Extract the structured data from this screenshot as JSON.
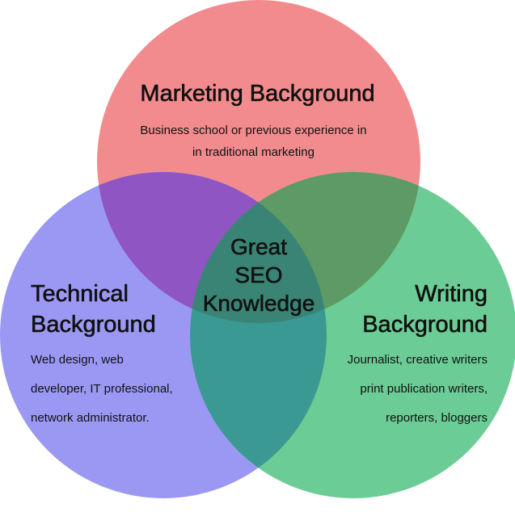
{
  "diagram": {
    "colors": {
      "marketing": "#f28b8e",
      "technical": "#9b98f4",
      "writing": "#6ccc95",
      "overlap_marketing_technical": "#8e55c3",
      "overlap_marketing_writing": "#5e9a66",
      "overlap_technical_writing": "#3a9a93",
      "center": "#3a8475"
    },
    "marketing": {
      "title": "Marketing Background",
      "desc_lines": [
        "Business school or previous experience in",
        "in traditional marketing"
      ]
    },
    "technical": {
      "title_lines": [
        "Technical",
        "Background"
      ],
      "desc_lines": [
        "Web design, web",
        "developer, IT professional,",
        "network administrator."
      ]
    },
    "writing": {
      "title_lines": [
        "Writing",
        "Background"
      ],
      "desc_lines": [
        "Journalist, creative writers",
        "print publication writers,",
        "reporters, bloggers"
      ]
    },
    "center": {
      "title_lines": [
        "Great",
        "SEO",
        "Knowledge"
      ]
    }
  }
}
